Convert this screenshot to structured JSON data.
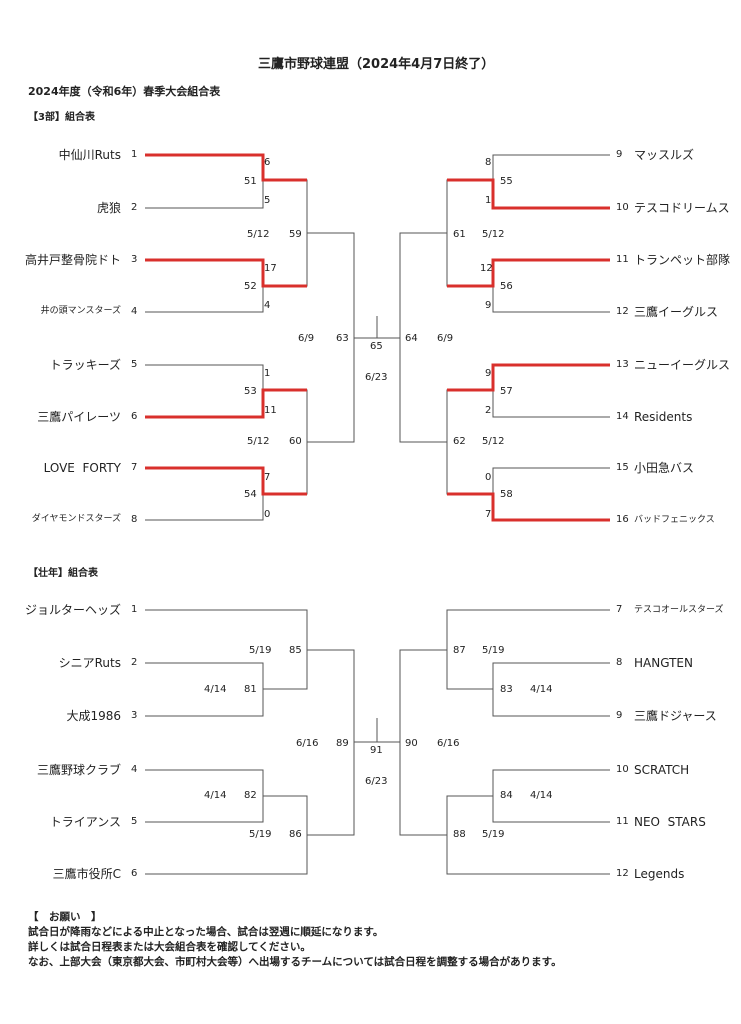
{
  "title": "三鷹市野球連盟（2024年4月7日終了）",
  "subtitle": "2024年度（令和6年）春季大会組合表",
  "sections": {
    "div3": "【3部】組合表",
    "senior": "【壮年】組合表"
  },
  "div3": {
    "teams_left": [
      {
        "seed": "1",
        "name": "中仙川Ruts"
      },
      {
        "seed": "2",
        "name": "虎狼"
      },
      {
        "seed": "3",
        "name": "高井戸整骨院ドト"
      },
      {
        "seed": "4",
        "name": "井の頭マンスターズ"
      },
      {
        "seed": "5",
        "name": "トラッキーズ"
      },
      {
        "seed": "6",
        "name": "三鷹パイレーツ"
      },
      {
        "seed": "7",
        "name": "LOVE  FORTY"
      },
      {
        "seed": "8",
        "name": "ダイヤモンドスターズ"
      }
    ],
    "teams_right": [
      {
        "seed": "9",
        "name": "マッスルズ"
      },
      {
        "seed": "10",
        "name": "テスコドリームス"
      },
      {
        "seed": "11",
        "name": "トランペット部隊"
      },
      {
        "seed": "12",
        "name": "三鷹イーグルス"
      },
      {
        "seed": "13",
        "name": "ニューイーグルス"
      },
      {
        "seed": "14",
        "name": "Residents"
      },
      {
        "seed": "15",
        "name": "小田急バス"
      },
      {
        "seed": "16",
        "name": "バッドフェニックス"
      }
    ],
    "scores": [
      "6",
      "5",
      "17",
      "4",
      "1",
      "11",
      "7",
      "0",
      "8",
      "1",
      "12",
      "9",
      "9",
      "2",
      "0",
      "7"
    ],
    "games": [
      "51",
      "52",
      "53",
      "54",
      "55",
      "56",
      "57",
      "58",
      "59",
      "60",
      "61",
      "62",
      "63",
      "64",
      "65"
    ],
    "dates": [
      "5/12",
      "5/12",
      "5/12",
      "5/12",
      "6/9",
      "6/9",
      "6/23"
    ]
  },
  "senior": {
    "teams_left": [
      {
        "seed": "1",
        "name": "ジョルターヘッズ"
      },
      {
        "seed": "2",
        "name": "シニアRuts"
      },
      {
        "seed": "3",
        "name": "大成1986"
      },
      {
        "seed": "4",
        "name": "三鷹野球クラブ"
      },
      {
        "seed": "5",
        "name": "トライアンス"
      },
      {
        "seed": "6",
        "name": "三鷹市役所C"
      }
    ],
    "teams_right": [
      {
        "seed": "7",
        "name": "テスコオールスターズ"
      },
      {
        "seed": "8",
        "name": "HANGTEN"
      },
      {
        "seed": "9",
        "name": "三鷹ドジャース"
      },
      {
        "seed": "10",
        "name": "SCRATCH"
      },
      {
        "seed": "11",
        "name": "NEO  STARS"
      },
      {
        "seed": "12",
        "name": "Legends"
      }
    ],
    "games": [
      "81",
      "82",
      "83",
      "84",
      "85",
      "86",
      "87",
      "88",
      "89",
      "90",
      "91"
    ],
    "dates": [
      "4/14",
      "4/14",
      "4/14",
      "4/14",
      "5/19",
      "5/19",
      "5/19",
      "5/19",
      "6/16",
      "6/16",
      "6/23"
    ]
  },
  "notes": {
    "heading": "【　お願い　】",
    "lines": [
      "試合日が降雨などによる中止となった場合、試合は翌週に順延になります。",
      "詳しくは試合日程表または大会組合表を確認してください。",
      "なお、上部大会（東京都大会、市町村大会等）へ出場するチームについては試合日程を調整する場合があります。"
    ]
  },
  "colors": {
    "winner": "#d9302c",
    "line": "#555555"
  }
}
